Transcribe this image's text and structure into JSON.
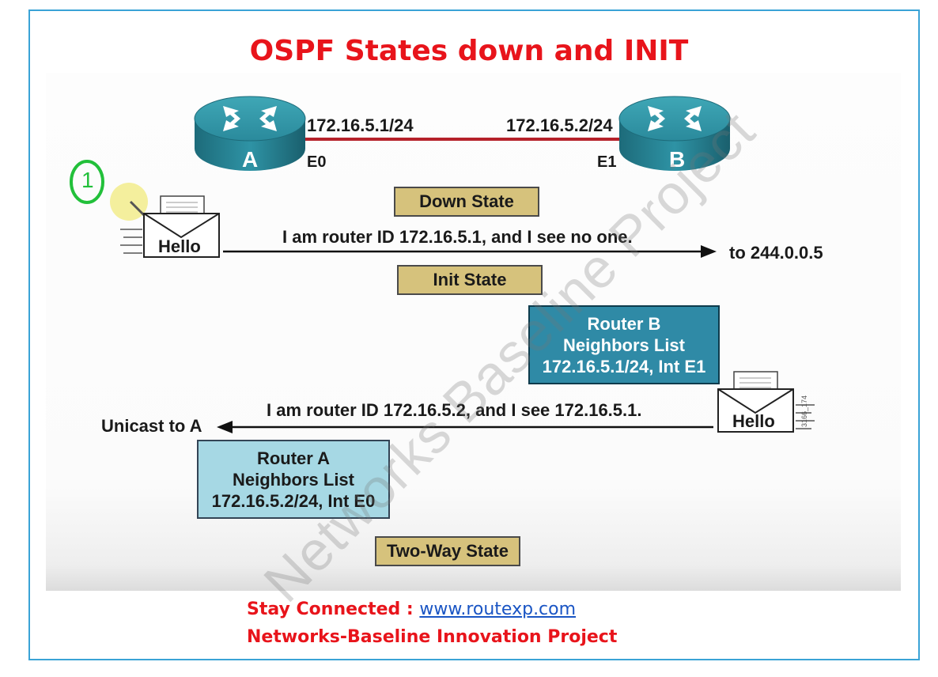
{
  "title": "OSPF States down and INIT",
  "routers": {
    "a": {
      "label": "A",
      "ip": "172.16.5.1/24",
      "interface": "E0"
    },
    "b": {
      "label": "B",
      "ip": "172.16.5.2/24",
      "interface": "E1"
    }
  },
  "annotation": "1",
  "states": {
    "down": "Down State",
    "init": "Init State",
    "two_way": "Two-Way State"
  },
  "hello_label": "Hello",
  "message_a": "I am router ID 172.16.5.1, and I see no one.",
  "destination_a": "to 244.0.0.5",
  "message_b": "I am router ID 172.16.5.2, and I see 172.16.5.1.",
  "destination_b": "Unicast to A",
  "stamp": "3166_174",
  "neighbors_b": {
    "line1": "Router B",
    "line2": "Neighbors List",
    "line3": "172.16.5.1/24, Int E1"
  },
  "neighbors_a": {
    "line1": "Router A",
    "line2": "Neighbors List",
    "line3": "172.16.5.2/24, Int E0"
  },
  "watermark": "Networks Baseline Project",
  "footer": {
    "prefix": "Stay Connected : ",
    "link": "www.routexp.com",
    "org": "Networks-Baseline Innovation Project"
  },
  "colors": {
    "accent": "#e8141b",
    "border": "#3aa3d6",
    "router": "#2a8a9c",
    "state_box": "#d6c27c"
  }
}
